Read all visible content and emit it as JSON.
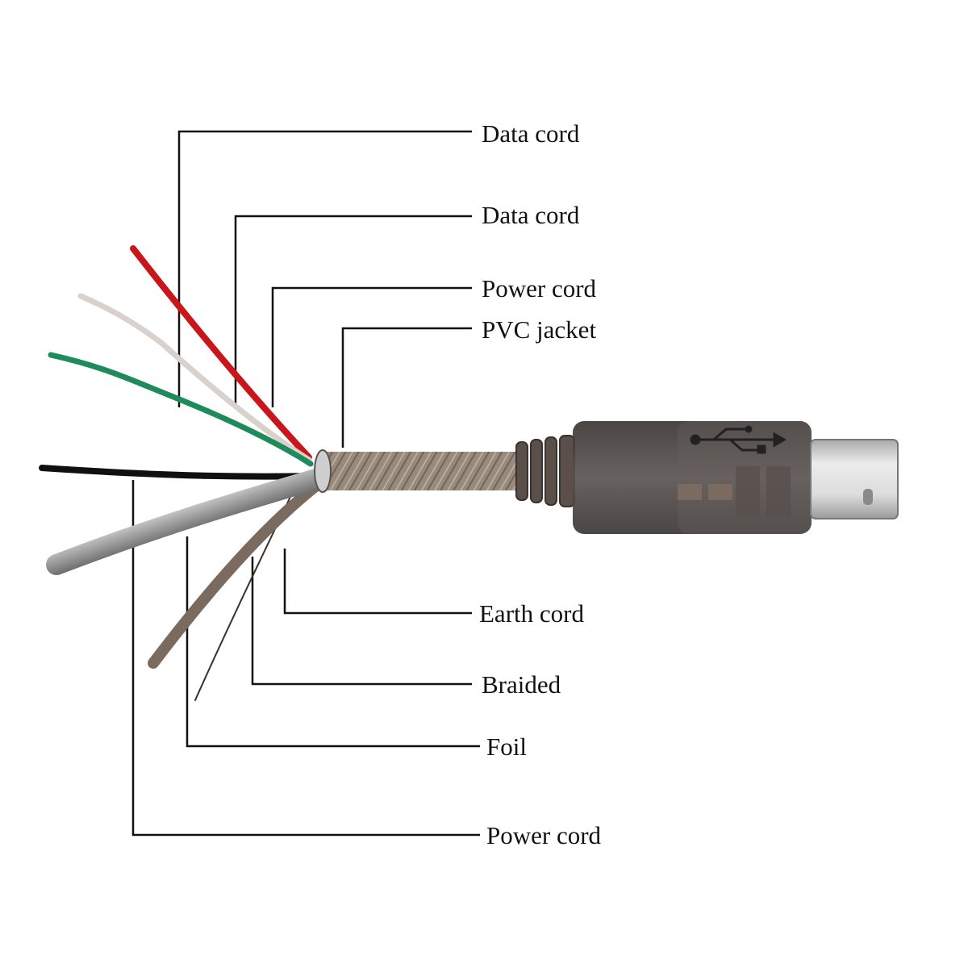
{
  "labels": {
    "data_cord_1": "Data cord",
    "data_cord_2": "Data cord",
    "power_cord_top": "Power cord",
    "pvc_jacket": "PVC jacket",
    "earth_cord": "Earth cord",
    "braided": "Braided",
    "foil": "Foil",
    "power_cord_bottom": "Power cord"
  },
  "colors": {
    "leader_line": "#111111",
    "wire_red": "#c8161b",
    "wire_white": "#d9d2cc",
    "wire_green": "#1f8a5a",
    "wire_black": "#101010",
    "cable_jacket": "#8a7a6c",
    "connector_housing": "#4a4543",
    "connector_plug": "#c8c8c8"
  }
}
